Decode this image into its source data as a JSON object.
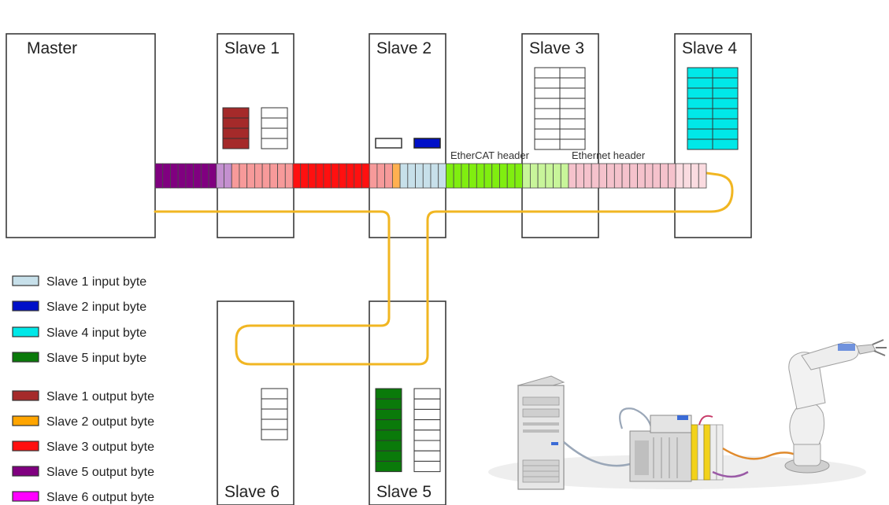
{
  "nodes": {
    "master": "Master",
    "slave1": "Slave 1",
    "slave2": "Slave 2",
    "slave3": "Slave 3",
    "slave4": "Slave 4",
    "slave5": "Slave 5",
    "slave6": "Slave 6"
  },
  "frame": {
    "ethercat_header": "EtherCAT header",
    "ethernet_header": "Ethernet header"
  },
  "legend": [
    {
      "label": "Slave 1 input byte",
      "color": "#c7e0ea"
    },
    {
      "label": "Slave 2 input byte",
      "color": "#0010c8"
    },
    {
      "label": "Slave 4 input byte",
      "color": "#00e8e8"
    },
    {
      "label": "Slave 5 input byte",
      "color": "#0a7a0a"
    },
    {
      "label": "Slave 1 output byte",
      "color": "#a52a2a"
    },
    {
      "label": "Slave 2 output byte",
      "color": "#ffa500"
    },
    {
      "label": "Slave 3 output byte",
      "color": "#ff1010"
    },
    {
      "label": "Slave 5 output byte",
      "color": "#800080"
    },
    {
      "label": "Slave 6 output byte",
      "color": "#ff00ff"
    }
  ],
  "colors": {
    "cable": "#f1b622",
    "frame_purple": "#800080",
    "frame_light_purple": "#c490d0",
    "frame_salmon": "#f79a9a",
    "frame_red": "#ff1010",
    "frame_orange": "#ffb050",
    "frame_light_blue": "#c7e0ea",
    "frame_green": "#80ee10",
    "frame_light_green": "#c8f59a",
    "frame_pink": "#f5c2cc",
    "frame_pale_pink": "#fadbe0"
  }
}
